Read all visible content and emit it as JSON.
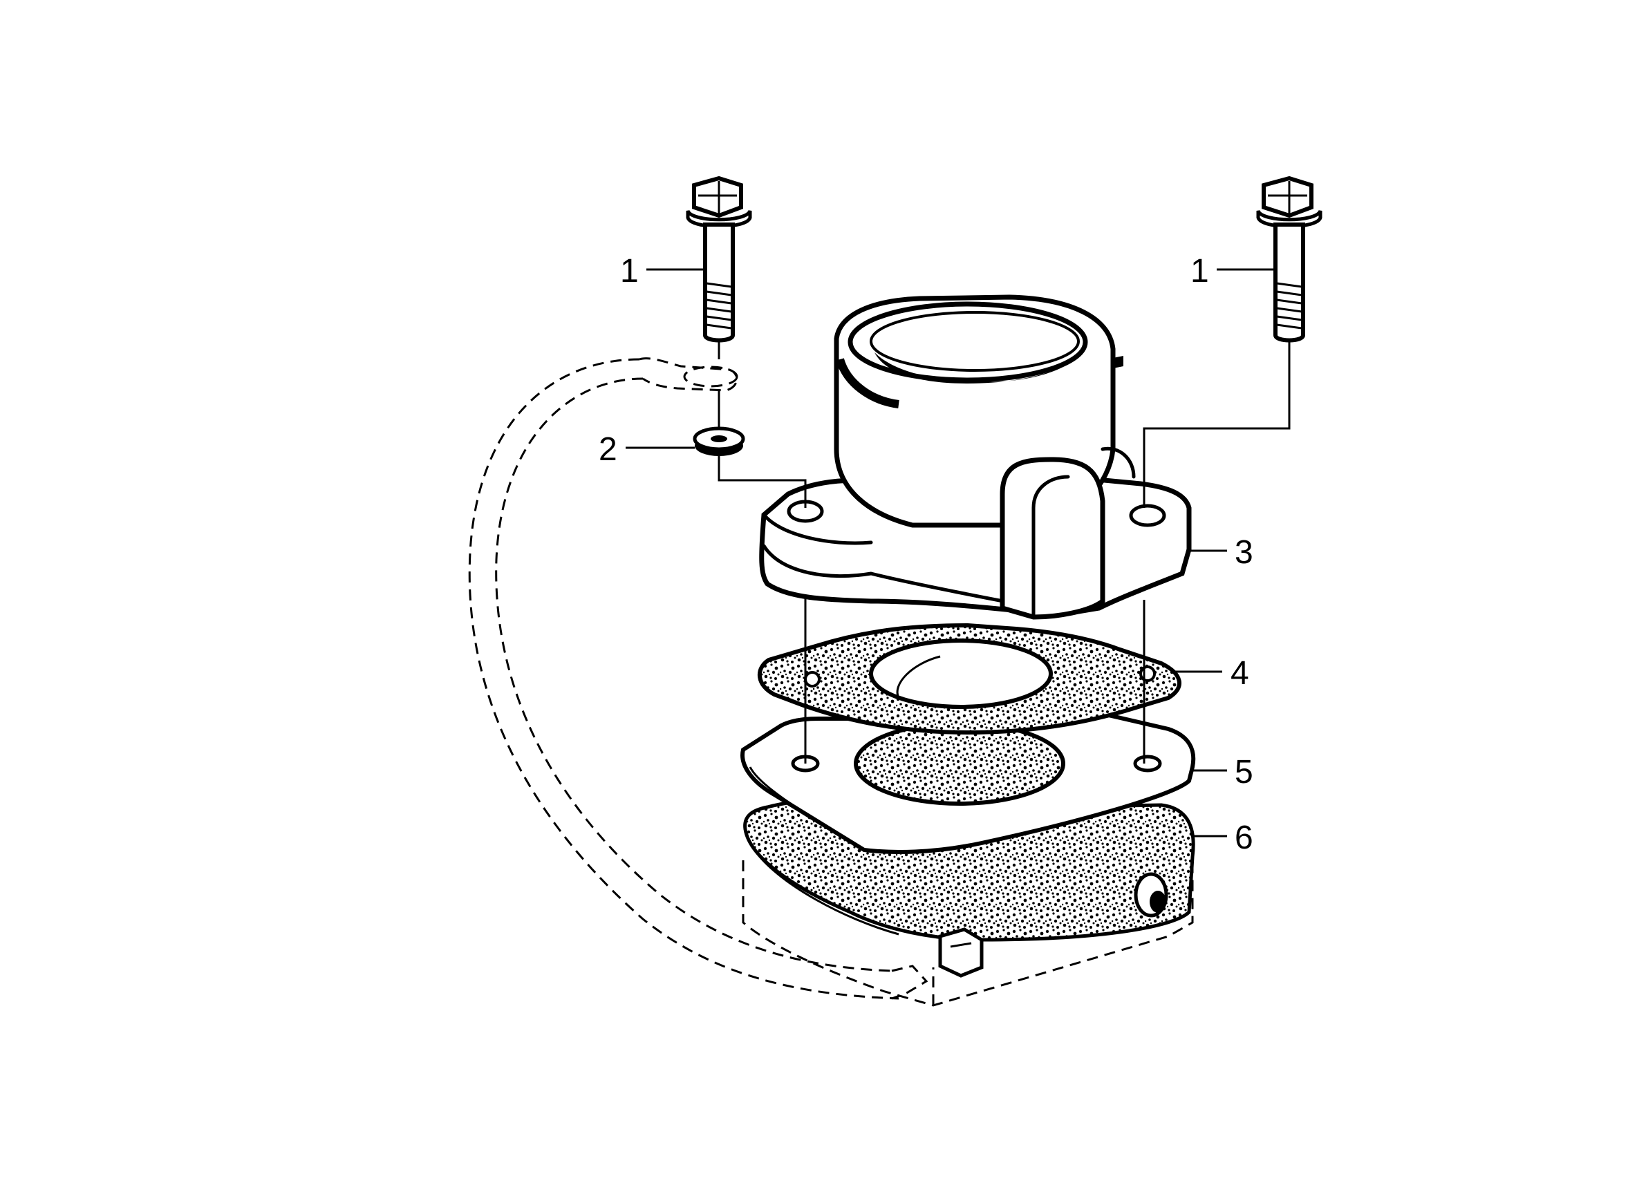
{
  "callouts": [
    {
      "id": "bolt-left",
      "label": "1"
    },
    {
      "id": "bolt-right",
      "label": "1"
    },
    {
      "id": "washer",
      "label": "2"
    },
    {
      "id": "housing",
      "label": "3"
    },
    {
      "id": "gasket-upper",
      "label": "4"
    },
    {
      "id": "spacer-plate",
      "label": "5"
    },
    {
      "id": "gasket-lower",
      "label": "6"
    }
  ]
}
